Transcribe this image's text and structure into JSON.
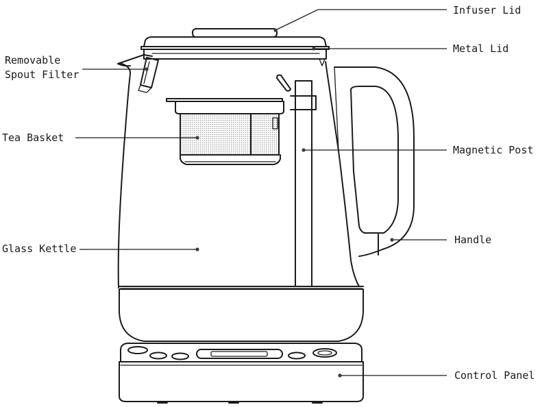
{
  "labels": {
    "infuser_lid": "Infuser Lid",
    "metal_lid": "Metal Lid",
    "spout_filter_line1": "Removable",
    "spout_filter_line2": "Spout Filter",
    "tea_basket": "Tea Basket",
    "magnetic_post": "Magnetic Post",
    "glass_kettle": "Glass Kettle",
    "handle": "Handle",
    "control_panel": "Control Panel"
  }
}
